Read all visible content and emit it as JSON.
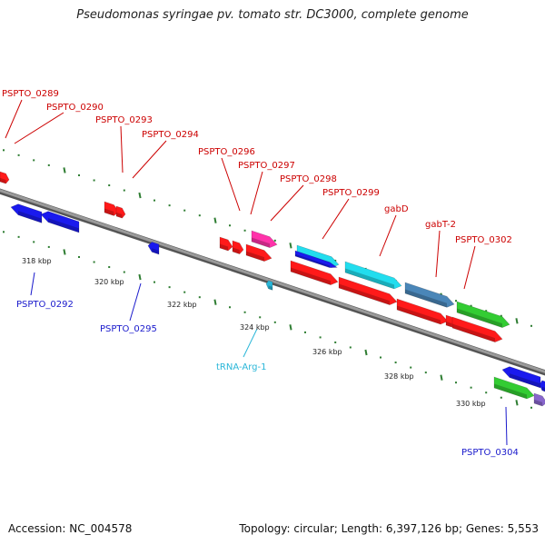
{
  "title": "Pseudomonas syringae pv. tomato str. DC3000, complete genome",
  "footer": {
    "accession": "Accession: NC_004578",
    "topology": "Topology: circular; Length: 6,397,126 bp; Genes: 5,553"
  },
  "colors": {
    "backbone": "#8a8a8a",
    "tick": "#2e7d32",
    "label_red": "#cc0000",
    "label_blue": "#1a1acc",
    "label_cyan": "#29b6d8"
  },
  "scale_labels": [
    "318 kbp",
    "320 kbp",
    "322 kbp",
    "324 kbp",
    "326 kbp",
    "328 kbp",
    "330 kbp"
  ],
  "gene_labels": {
    "top": [
      "PSPTO_0289",
      "PSPTO_0290",
      "PSPTO_0293",
      "PSPTO_0294",
      "PSPTO_0296",
      "PSPTO_0297",
      "PSPTO_0298",
      "PSPTO_0299",
      "gabD",
      "gabT-2",
      "PSPTO_0302"
    ],
    "bottom": [
      "PSPTO_0292",
      "PSPTO_0295",
      "tRNA-Arg-1",
      "PSPTO_0304"
    ]
  }
}
